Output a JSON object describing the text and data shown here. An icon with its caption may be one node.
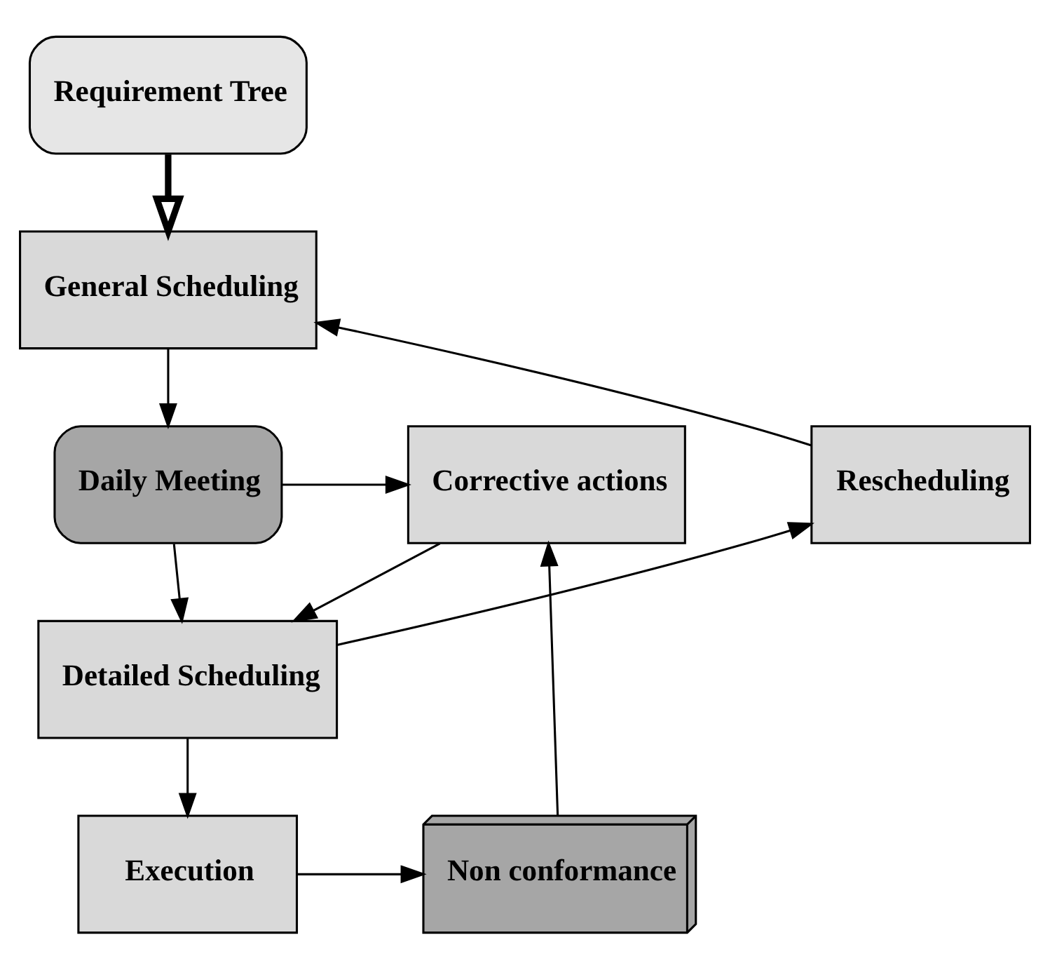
{
  "diagram": {
    "nodes": [
      {
        "text": [
          "Requirement Tree"
        ]
      },
      {
        "text": [
          "General Scheduling"
        ]
      },
      {
        "text": [
          "Rescheduling"
        ]
      },
      {
        "text": [
          "Daily Meeting"
        ]
      },
      {
        "text": [
          "Corrective actions"
        ]
      },
      {
        "text": [
          "Detailed Scheduling"
        ]
      },
      {
        "text": [
          "Execution"
        ]
      },
      {
        "text": [
          "Non conformance"
        ]
      }
    ],
    "edges": [
      {
        "from": 0,
        "to": 1,
        "arrow": "to",
        "style": "thick"
      },
      {
        "from": 1,
        "to": 3,
        "arrow": "to"
      },
      {
        "from": 3,
        "to": 4,
        "arrow": "to"
      },
      {
        "from": 3,
        "to": 5,
        "arrow": "to"
      },
      {
        "from": 4,
        "to": 5,
        "arrow": "to"
      },
      {
        "from": 5,
        "to": 2,
        "arrow": "to"
      },
      {
        "from": 2,
        "to": 1,
        "arrow": "to"
      },
      {
        "from": 5,
        "to": 6,
        "arrow": "to"
      },
      {
        "from": 6,
        "to": 7,
        "arrow": "to"
      },
      {
        "from": 7,
        "to": 4,
        "arrow": "to"
      }
    ]
  }
}
